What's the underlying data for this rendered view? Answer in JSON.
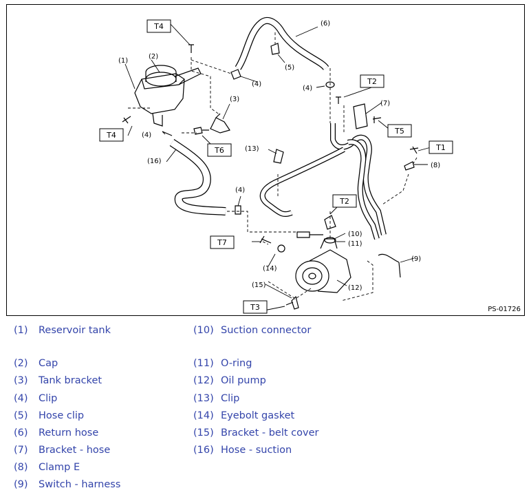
{
  "figure": {
    "id_label": "PS-01726",
    "callouts": [
      "(1)",
      "(2)",
      "(3)",
      "(4)",
      "(4)",
      "(4)",
      "(4)",
      "(5)",
      "(6)",
      "(7)",
      "(8)",
      "(9)",
      "(10)",
      "(11)",
      "(12)",
      "(13)",
      "(14)",
      "(15)",
      "(16)"
    ],
    "torque_tags": [
      "T4",
      "T4",
      "T6",
      "T2",
      "T5",
      "T1",
      "T2",
      "T7",
      "T3"
    ]
  },
  "legend": {
    "left": [
      {
        "num": "(1)",
        "text": "Reservoir tank"
      },
      {
        "num": "(2)",
        "text": "Cap"
      },
      {
        "num": "(3)",
        "text": "Tank bracket"
      },
      {
        "num": "(4)",
        "text": "Clip"
      },
      {
        "num": "(5)",
        "text": "Hose clip"
      },
      {
        "num": "(6)",
        "text": "Return hose"
      },
      {
        "num": "(7)",
        "text": "Bracket - hose"
      },
      {
        "num": "(8)",
        "text": "Clamp E"
      },
      {
        "num": "(9)",
        "text": "Switch - harness"
      }
    ],
    "right": [
      {
        "num": "(10)",
        "text": "Suction connector"
      },
      {
        "num": "(11)",
        "text": "O-ring"
      },
      {
        "num": "(12)",
        "text": "Oil pump"
      },
      {
        "num": "(13)",
        "text": "Clip"
      },
      {
        "num": "(14)",
        "text": "Eyebolt gasket"
      },
      {
        "num": "(15)",
        "text": "Bracket - belt cover"
      },
      {
        "num": "(16)",
        "text": "Hose - suction"
      }
    ],
    "text_color": "#3344aa"
  }
}
